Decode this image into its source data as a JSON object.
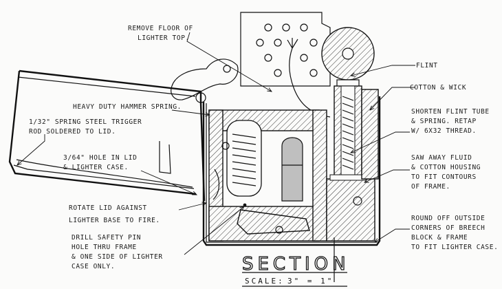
{
  "title": "SECTION",
  "scale": {
    "label": "SCALE:",
    "value": "3\" = 1\""
  },
  "callouts": {
    "remove_floor": [
      "REMOVE FLOOR OF",
      "LIGHTER TOP."
    ],
    "flint": [
      "FLINT"
    ],
    "cotton_wick": [
      "COTTON & WICK"
    ],
    "hammer_spring": [
      "HEAVY DUTY HAMMER SPRING."
    ],
    "trigger_rod": [
      "1/32\" SPRING STEEL TRIGGER",
      "ROD SOLDERED TO LID."
    ],
    "hole_lid": [
      "3/64\" HOLE IN LID",
      "& LIGHTER CASE."
    ],
    "shorten_flint": [
      "SHORTEN FLINT TUBE",
      "& SPRING. RETAP",
      "W/ 6x32 THREAD."
    ],
    "saw_away": [
      "SAW AWAY FLUID",
      "& COTTON HOUSING",
      "TO FIT CONTOURS",
      "OF FRAME."
    ],
    "rotate_lid": [
      "ROTATE LID AGAINST",
      "LIGHTER BASE TO FIRE."
    ],
    "drill_safety": [
      "DRILL SAFETY PIN",
      "HOLE THRU FRAME",
      "& ONE SIDE OF LIGHTER",
      "CASE ONLY."
    ],
    "round_off": [
      "ROUND OFF OUTSIDE",
      "CORNERS OF BREECH",
      "BLOCK & FRAME",
      "TO FIT LIGHTER CASE."
    ]
  }
}
